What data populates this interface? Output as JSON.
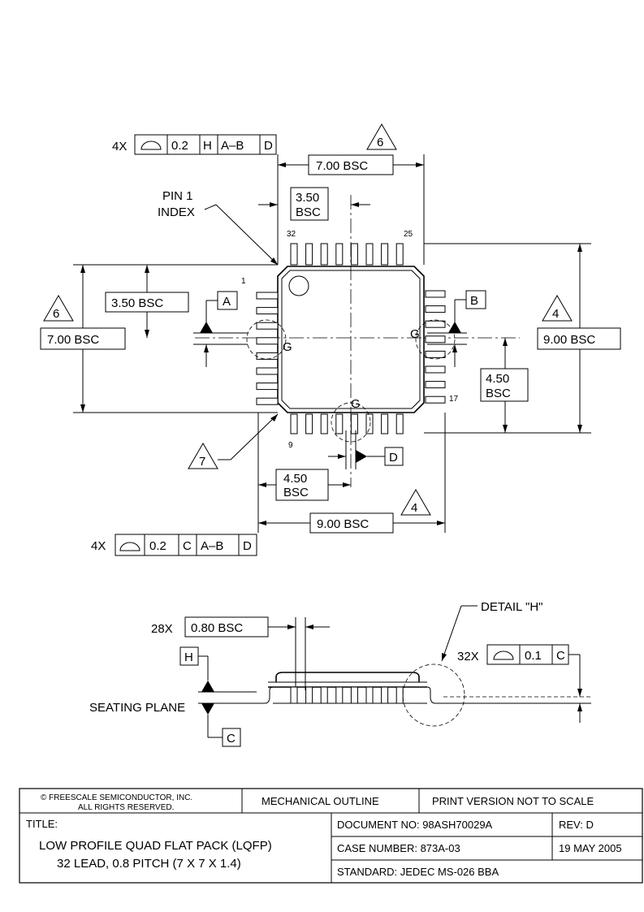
{
  "top_view": {
    "flatness_4x_top": {
      "count": "4X",
      "tol": "0.2",
      "datum1": "H",
      "datum2": "A–B",
      "datum3": "D"
    },
    "flatness_4x_bottom": {
      "count": "4X",
      "tol": "0.2",
      "datum1": "C",
      "datum2": "A–B",
      "datum3": "D"
    },
    "dim_top_width": "7.00  BSC",
    "dim_half_top_l1": "3.50",
    "dim_half_top_l2": "BSC",
    "dim_left_half": "3.50  BSC",
    "dim_left_full": "7.00  BSC",
    "dim_right_full": "9.00  BSC",
    "dim_right_half_l1": "4.50",
    "dim_right_half_l2": "BSC",
    "dim_bottom_half_l1": "4.50",
    "dim_bottom_half_l2": "BSC",
    "dim_bottom_full": "9.00  BSC",
    "note_6": "6",
    "note_4": "4",
    "note_7": "7",
    "pin1_l1": "PIN 1",
    "pin1_l2": "INDEX",
    "pin_32": "32",
    "pin_25": "25",
    "pin_1": "1",
    "pin_17": "17",
    "pin_9": "9",
    "datum_a": "A",
    "datum_b": "B",
    "datum_d": "D",
    "g_label": "G"
  },
  "side_view": {
    "pitch_count": "28X",
    "pitch_value": "0.80  BSC",
    "detail_label": "DETAIL \"H\"",
    "coplanarity_count": "32X",
    "coplanarity_tol": "0.1",
    "coplanarity_datum": "C",
    "seating_plane": "SEATING PLANE",
    "datum_h": "H",
    "datum_c": "C"
  },
  "title_block": {
    "copyright_l1": "© FREESCALE SEMICONDUCTOR, INC.",
    "copyright_l2": "ALL RIGHTS RESERVED.",
    "mechanical_outline": "MECHANICAL OUTLINE",
    "print_version": "PRINT VERSION NOT TO SCALE",
    "title_label": "TITLE:",
    "title_l1": "LOW PROFILE QUAD FLAT PACK (LQFP)",
    "title_l2": "32 LEAD, 0.8 PITCH (7 X 7 X 1.4)",
    "document_no": "DOCUMENT NO: 98ASH70029A",
    "rev": "REV: D",
    "case_number": "CASE NUMBER: 873A-03",
    "date": "19 MAY 2005",
    "standard": "STANDARD: JEDEC MS-026 BBA"
  }
}
